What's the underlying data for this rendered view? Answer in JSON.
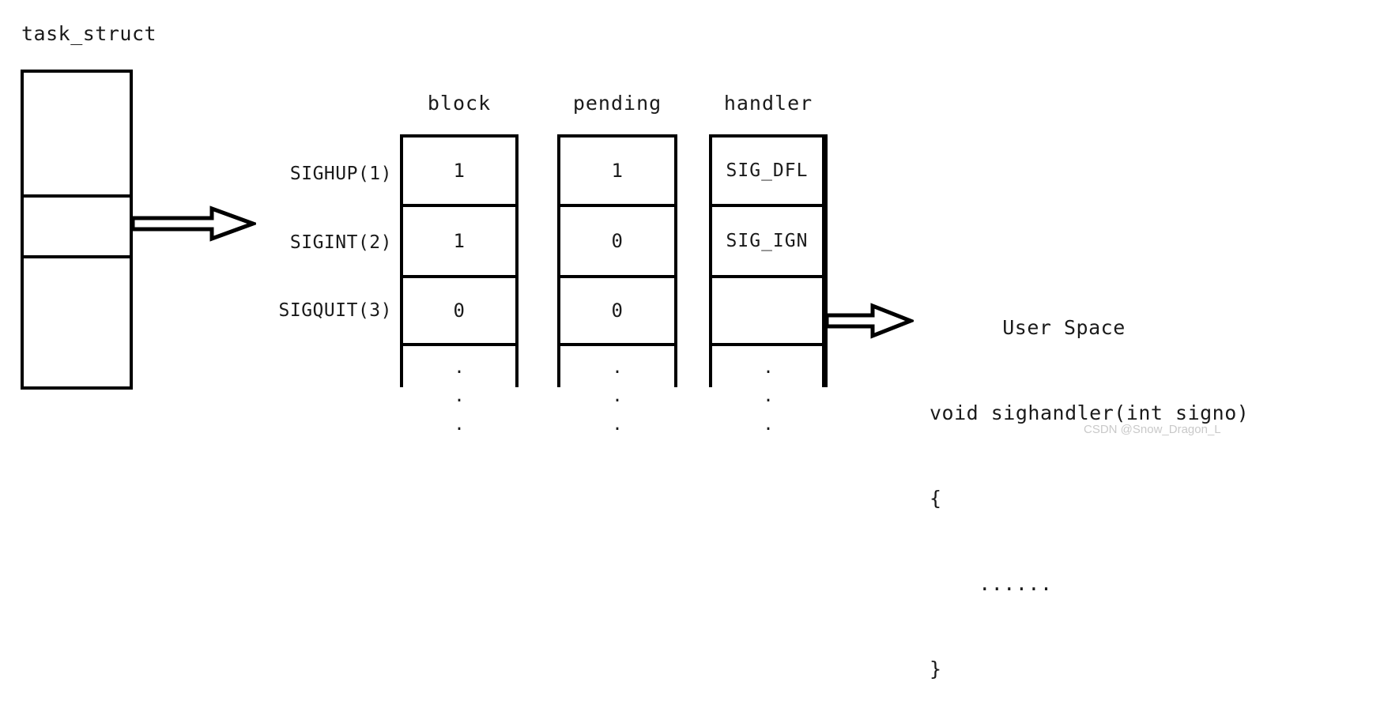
{
  "diagram": {
    "title": "task_struct",
    "struct_label": "task_struct",
    "struct_cells": [
      "",
      "",
      ""
    ],
    "columns": [
      {
        "key": "block",
        "header": "block"
      },
      {
        "key": "pending",
        "header": "pending"
      },
      {
        "key": "handler",
        "header": "handler"
      }
    ],
    "rows": [
      {
        "label": "SIGHUP(1)",
        "block": "1",
        "pending": "1",
        "handler": "SIG_DFL"
      },
      {
        "label": "SIGINT(2)",
        "block": "1",
        "pending": "0",
        "handler": "SIG_IGN"
      },
      {
        "label": "SIGQUIT(3)",
        "block": "0",
        "pending": "0",
        "handler": ""
      },
      {
        "label": "",
        "block": "",
        "pending": "",
        "handler": ""
      }
    ],
    "ellipsis_dots": [
      ".",
      ".",
      "."
    ],
    "arrows": [
      {
        "name": "task-to-table",
        "from": "task_struct",
        "to": "signal-table"
      },
      {
        "name": "handler-to-user",
        "from": "handler-column",
        "to": "user-space"
      }
    ],
    "user_space": {
      "title": "User Space",
      "lines": [
        "void sighandler(int signo)",
        "{",
        "    ......",
        "}"
      ]
    },
    "watermark": "CSDN @Snow_Dragon_L",
    "colors": {
      "stroke": "#000000",
      "text": "#1a1a1a",
      "background": "#ffffff",
      "watermark": "#c9c9c9"
    }
  }
}
